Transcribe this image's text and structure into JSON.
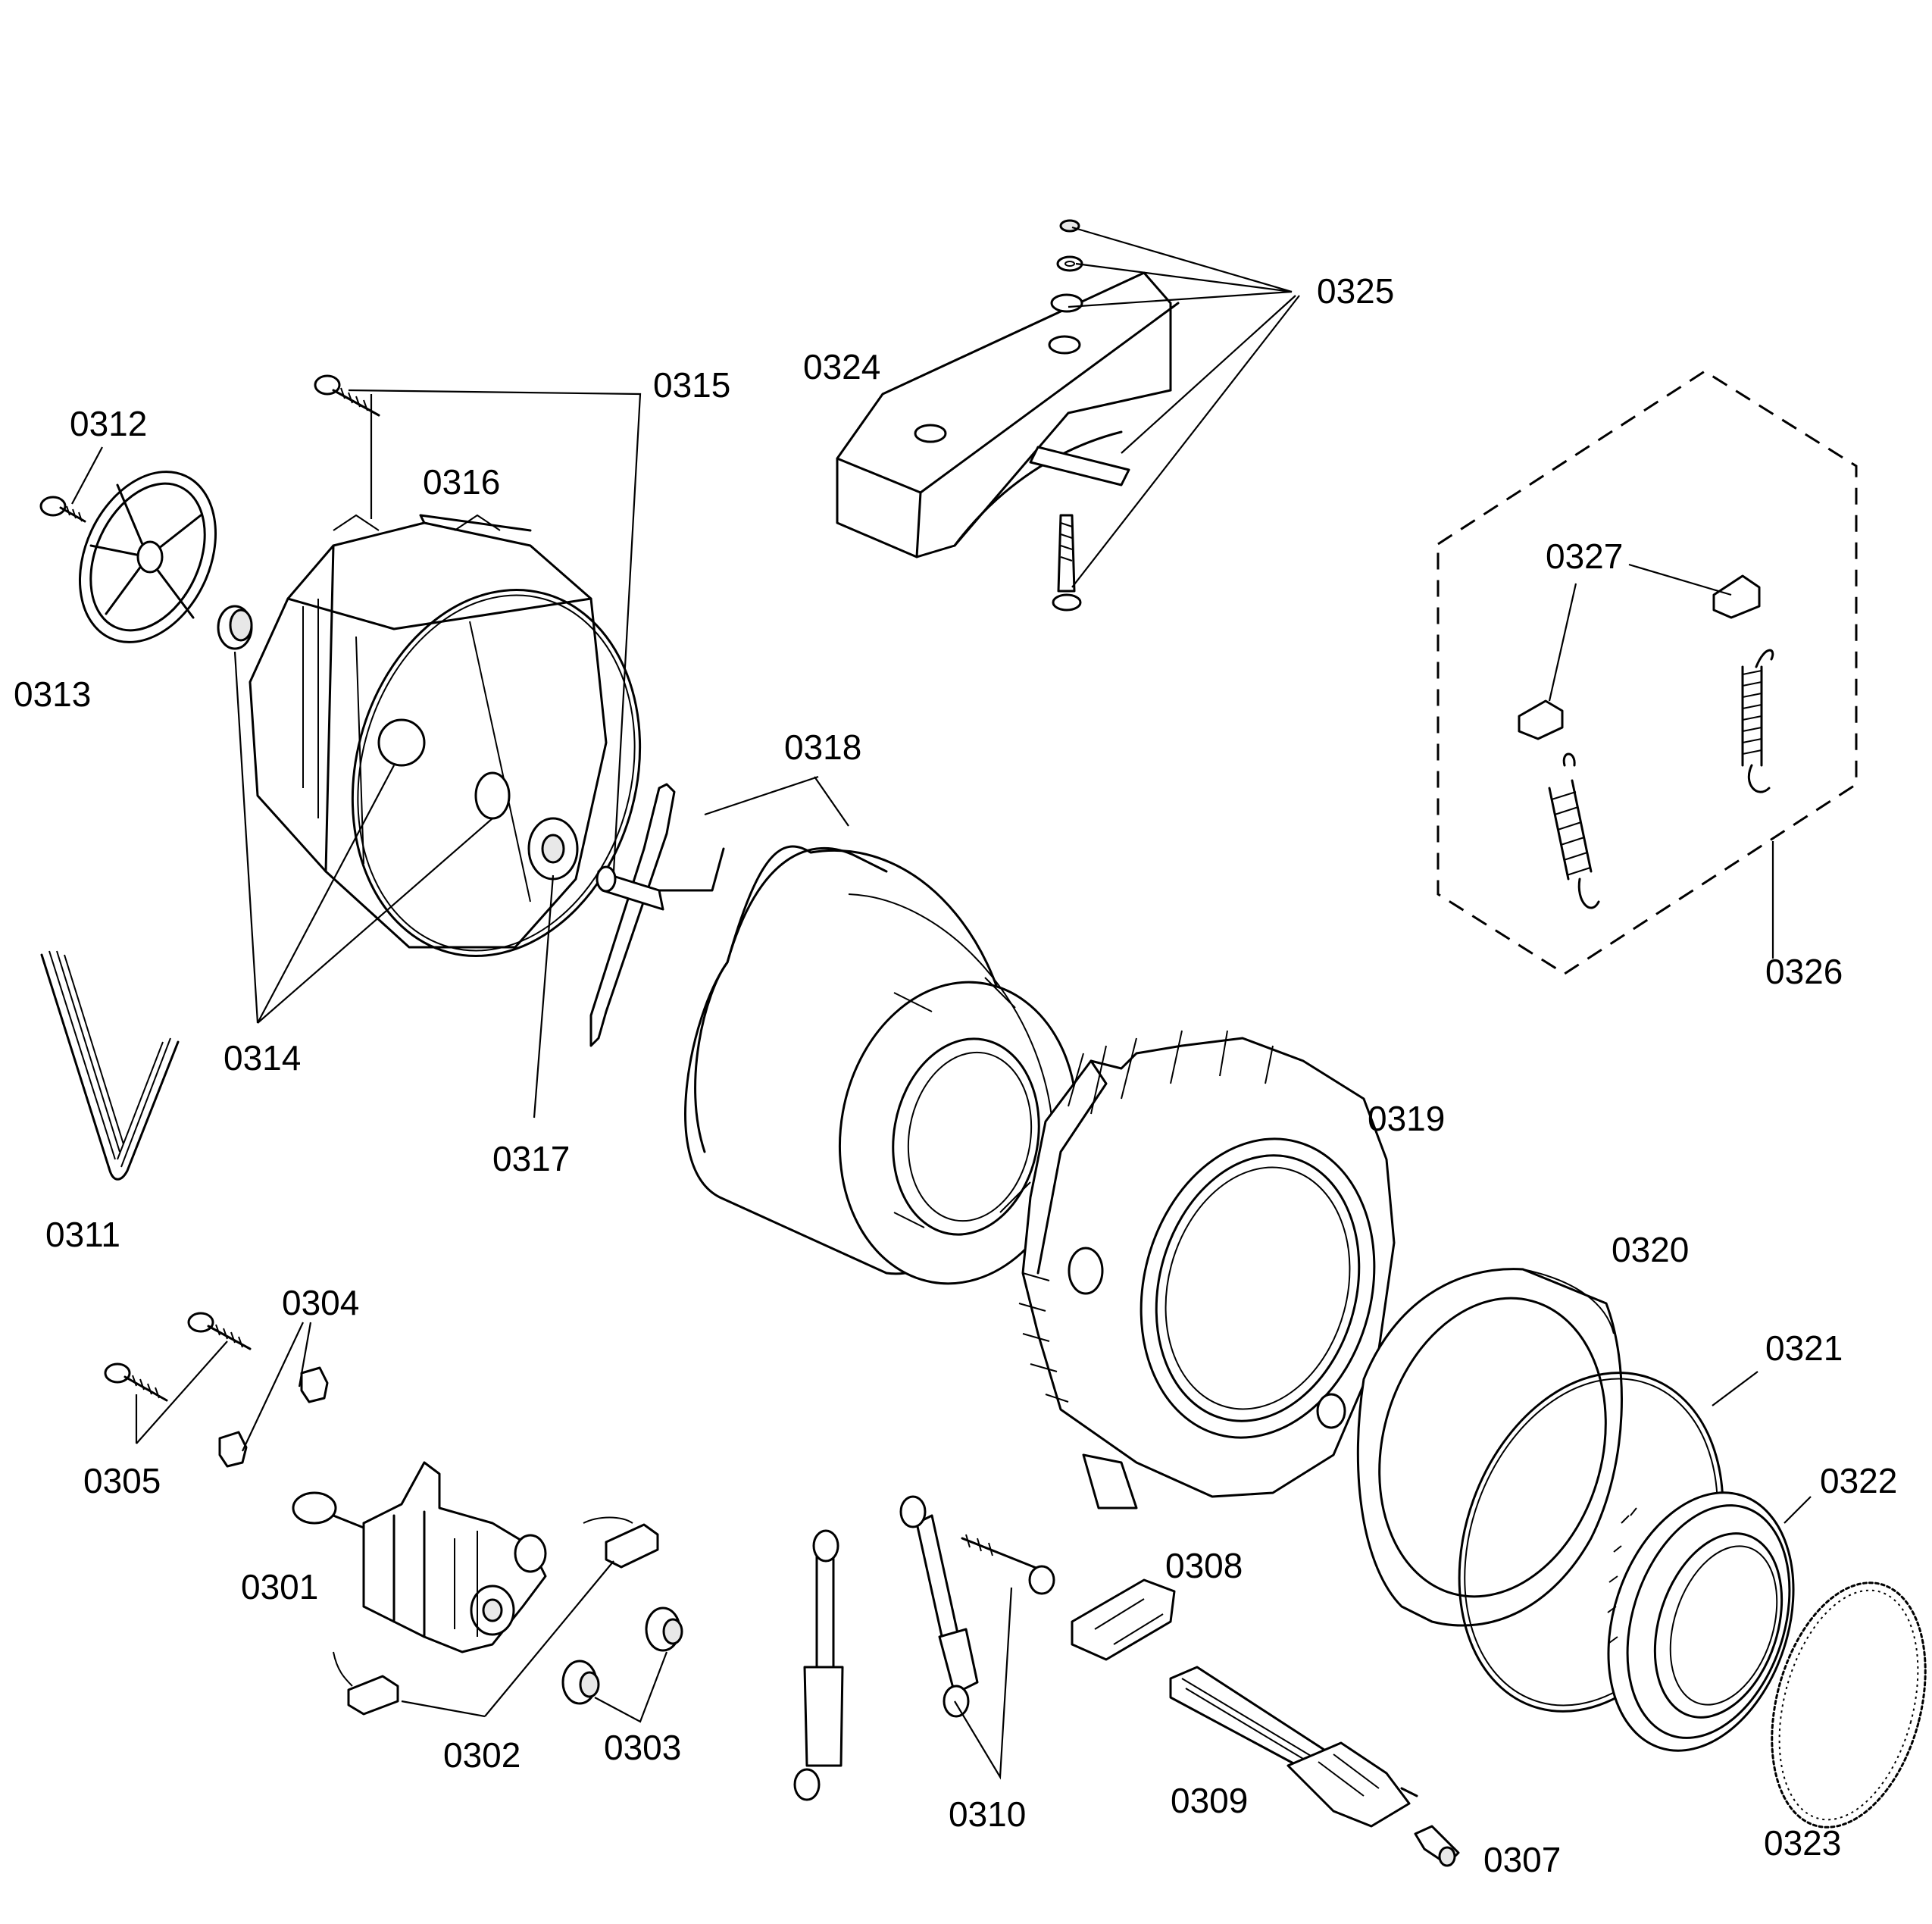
{
  "labels": {
    "p0301": "0301",
    "p0302": "0302",
    "p0303": "0303",
    "p0304": "0304",
    "p0305": "0305",
    "p0307": "0307",
    "p0308": "0308",
    "p0309": "0309",
    "p0310": "0310",
    "p0311": "0311",
    "p0312": "0312",
    "p0313": "0313",
    "p0314": "0314",
    "p0315": "0315",
    "p0316": "0316",
    "p0317": "0317",
    "p0318": "0318",
    "p0319": "0319",
    "p0320": "0320",
    "p0321": "0321",
    "p0322": "0322",
    "p0323": "0323",
    "p0324": "0324",
    "p0325": "0325",
    "p0326": "0326",
    "p0327": "0327"
  }
}
